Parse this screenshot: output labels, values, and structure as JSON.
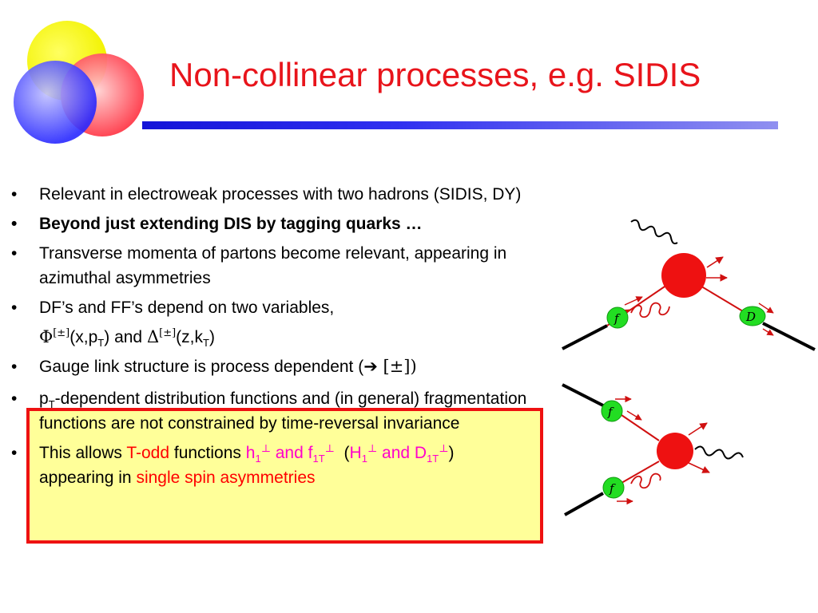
{
  "title": "Non-collinear processes, e.g. SIDIS",
  "colors": {
    "title": "#e8141b",
    "bar": "#1414d8",
    "highlight_bg": "#ffff99",
    "highlight_border": "#ee1111",
    "red": "#ff0000",
    "magenta": "#ff00cc"
  },
  "bullet_char": "•",
  "b1": "Relevant in electroweak processes with two hadrons (SIDIS, DY)",
  "b2": "Beyond just extending DIS by tagging quarks …",
  "b3": "Transverse momenta of partons become relevant, appearing in azimuthal asymmetries",
  "b4": "DF’s and FF’s depend on two variables,",
  "b4b": {
    "phi": "Φ",
    "phi_sup": "[±]",
    "phi_args_1": "(x,p",
    "sub_T": "T",
    "phi_args_2": ")",
    "and": " and ",
    "delta": "Δ",
    "delta_sup": "[±]",
    "delta_args_1": "(z,k",
    "delta_args_2": ")"
  },
  "b5": {
    "text": "Gauge link structure is process dependent (",
    "arrow": "➔",
    "bracket": " [±])"
  },
  "b6": {
    "p": "p",
    "sub": "T",
    "rest": "-dependent distribution functions and (in general) fragmentation functions are not constrained by time-reversal invariance"
  },
  "b7": {
    "pre": "This allows ",
    "todd": "T-odd",
    "functions": " functions ",
    "h": "h",
    "h_sub": "1",
    "perp": "⊥",
    "and1": " and f",
    "f_sub": "1T",
    "open": "  (",
    "H": "H",
    "H_sub": "1",
    "and2": " and D",
    "D_sub": "1T",
    "close": ")",
    "appearing": "appearing in ",
    "ssa": "single spin asymmetries"
  },
  "diagram": {
    "label_f": "f",
    "label_D": "D"
  }
}
